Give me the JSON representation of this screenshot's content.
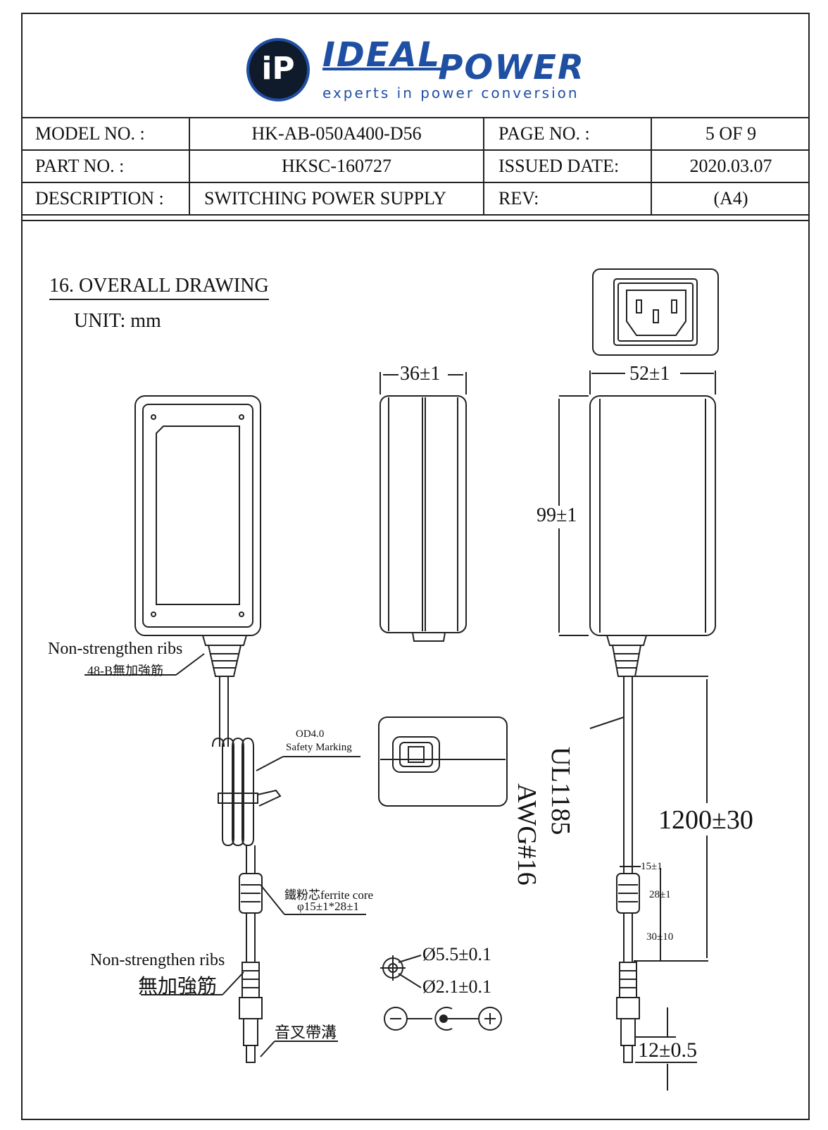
{
  "header": {
    "brand_ideal": "IDEAL",
    "brand_power": "POWER",
    "tagline": "experts in power conversion",
    "badge": "iP",
    "brand_color": "#1f4fa3"
  },
  "info": {
    "model_label": "MODEL  NO. :",
    "model_value": "HK-AB-050A400-D56",
    "page_label": "PAGE  NO. :",
    "page_value": "5    OF    9",
    "part_label": "PART NO. :",
    "part_value": "HKSC-160727",
    "issued_label": "ISSUED DATE:",
    "issued_value": "2020.03.07",
    "desc_label": "DESCRIPTION :",
    "desc_value": "SWITCHING POWER SUPPLY",
    "rev_label": "REV:",
    "rev_value": "(A4)"
  },
  "drawing": {
    "title": "16. OVERALL DRAWING",
    "unit": "UNIT:  mm",
    "dim_width": "36±1",
    "dim_depth": "52±1",
    "dim_length": "99±1",
    "dim_cable": "1200±30",
    "dim_15": "15±1",
    "dim_28": "28±1",
    "dim_30": "30±10",
    "dim_plug": "12±0.5",
    "ribs_top_1": "Non-strengthen ribs",
    "ribs_top_2": "48-B無加強筋",
    "od_1": "OD4.0",
    "od_2": "Safety Marking",
    "ferrite_1": "鐵粉芯ferrite core",
    "ferrite_2": "φ15±1*28±1",
    "ribs_bot_1": "Non-strengthen ribs",
    "ribs_bot_2": "無加強筋",
    "fork": "音叉帶溝",
    "od_outer": "Ø5.5±0.1",
    "od_inner": "Ø2.1±0.1",
    "awg": "AWG#16",
    "ul": "UL1185"
  }
}
